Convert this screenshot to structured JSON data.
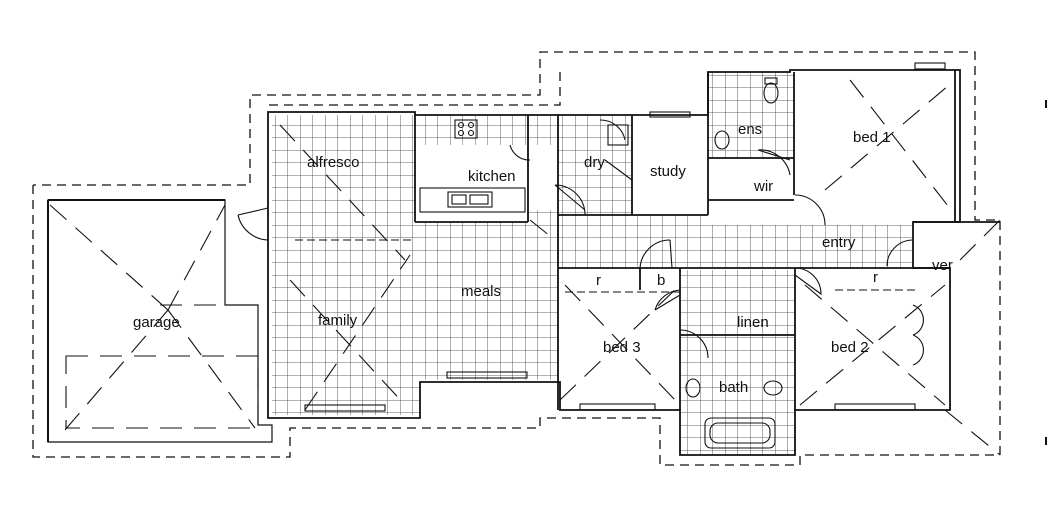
{
  "rooms": [
    {
      "key": "alfresco",
      "label": "alfresco"
    },
    {
      "key": "kitchen",
      "label": "kitchen"
    },
    {
      "key": "dry",
      "label": "dry"
    },
    {
      "key": "study",
      "label": "study"
    },
    {
      "key": "ens",
      "label": "ens"
    },
    {
      "key": "bed1",
      "label": "bed 1"
    },
    {
      "key": "wir",
      "label": "wir"
    },
    {
      "key": "entry",
      "label": "entry"
    },
    {
      "key": "ver",
      "label": "ver"
    },
    {
      "key": "garage",
      "label": "garage"
    },
    {
      "key": "family",
      "label": "family"
    },
    {
      "key": "meals",
      "label": "meals"
    },
    {
      "key": "r1",
      "label": "r"
    },
    {
      "key": "b",
      "label": "b"
    },
    {
      "key": "r2",
      "label": "r"
    },
    {
      "key": "linen",
      "label": "linen"
    },
    {
      "key": "bed3",
      "label": "bed 3"
    },
    {
      "key": "bed2",
      "label": "bed 2"
    },
    {
      "key": "bath",
      "label": "bath"
    }
  ],
  "colors": {
    "line": "#111111",
    "tile": "#333333",
    "background": "#ffffff"
  }
}
